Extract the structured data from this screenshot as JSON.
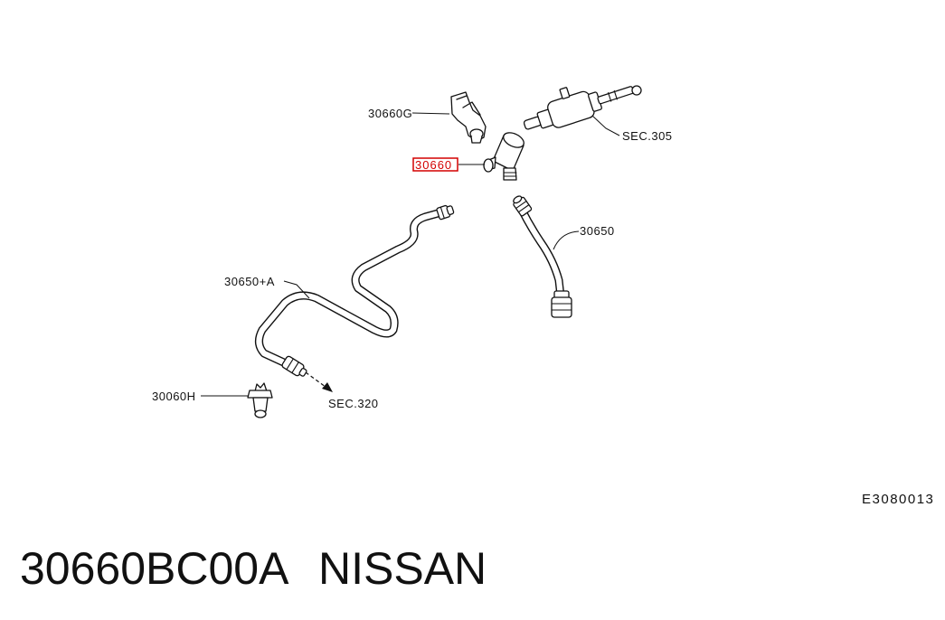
{
  "diagram": {
    "callouts": {
      "clip_30660g": "30660G",
      "sec_305": "SEC.305",
      "highlighted_part": "30660",
      "hose_30650": "30650",
      "hose_30650a": "30650+A",
      "clip_30060h": "30060H",
      "sec_320": "SEC.320"
    },
    "figure_code": "E3080013",
    "highlight_color": "#d40000"
  },
  "caption": {
    "part_number": "30660BC00A",
    "brand": "NISSAN"
  }
}
